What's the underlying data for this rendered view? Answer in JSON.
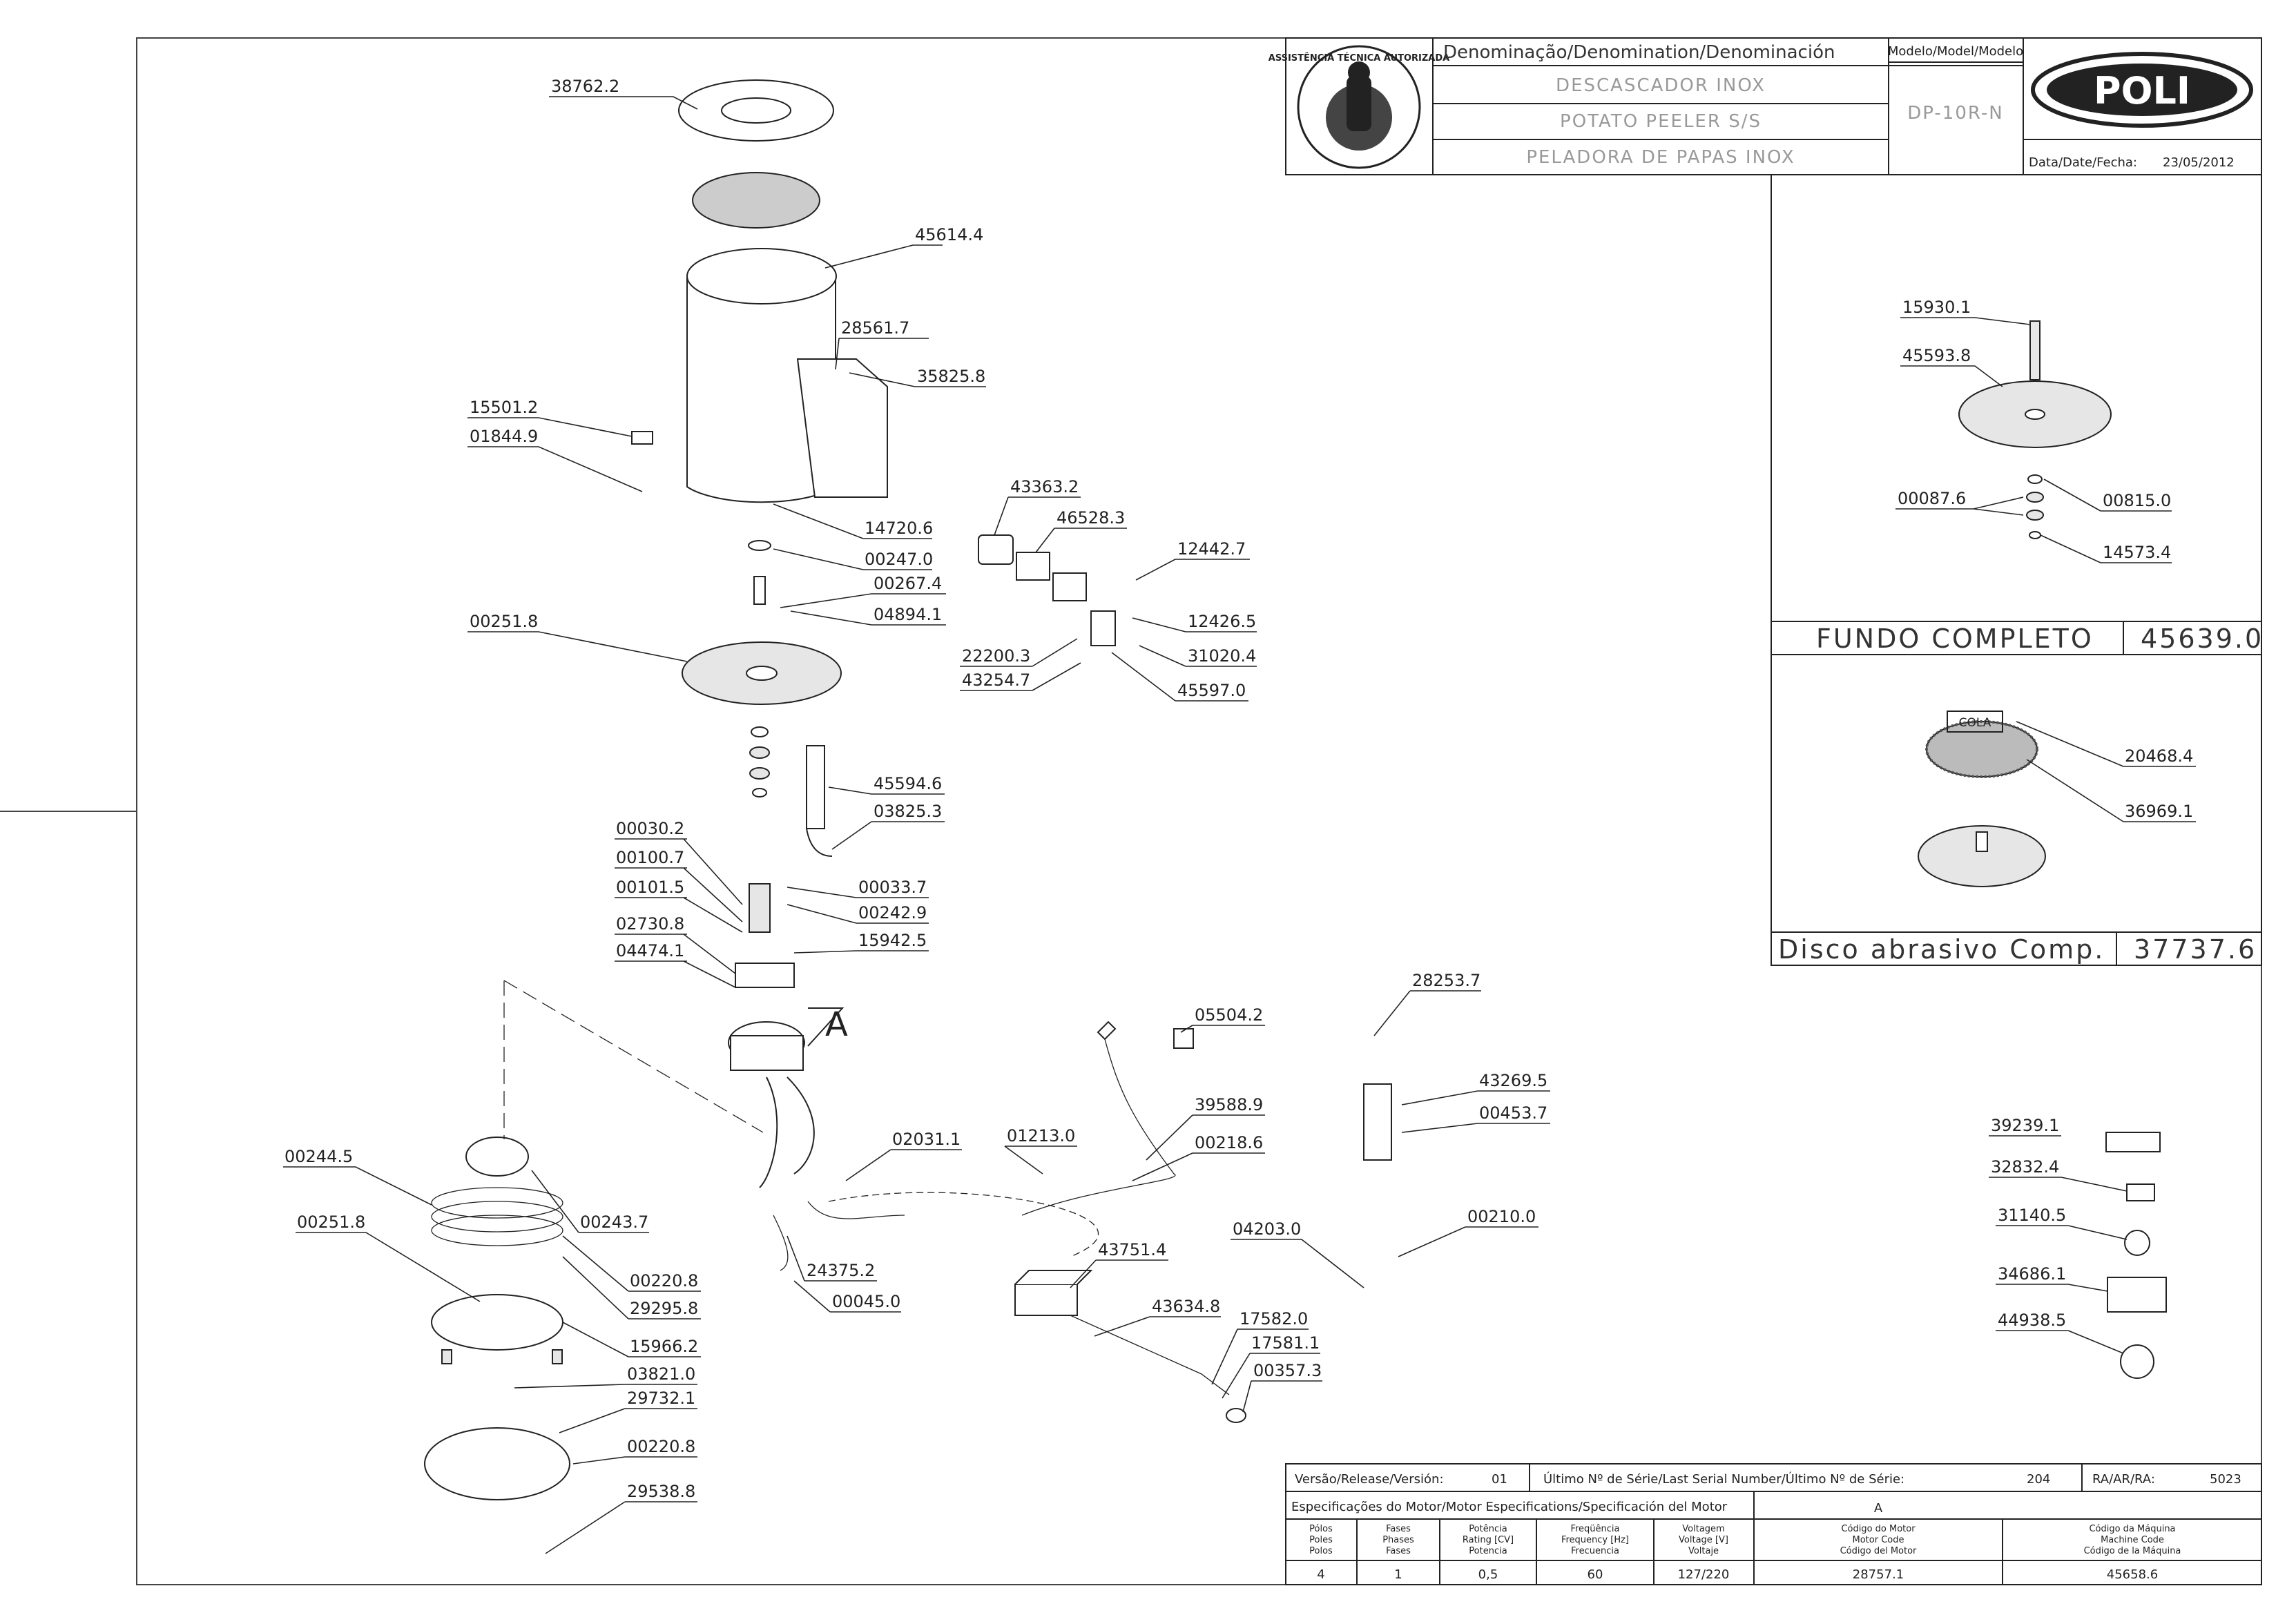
{
  "title_block": {
    "denomination_header": "Denominação/Denomination/Denominación",
    "name_pt": "DESCASCADOR INOX",
    "name_en": "POTATO PEELER S/S",
    "name_es": "PELADORA DE PAPAS INOX",
    "model_header": "Modelo/Model/Modelo",
    "model": "DP-10R-N",
    "brand": "POLI",
    "date_label": "Data/Date/Fecha:",
    "date": "23/05/2012",
    "seal_text": "ASSISTÊNCIA TÉCNICA AUTORIZADA"
  },
  "subassemblies": {
    "fundo_label": "FUNDO COMPLETO",
    "fundo_code": "45639.0",
    "disco_label": "Disco abrasivo Comp.",
    "disco_code": "37737.6",
    "cola_label": "COLA"
  },
  "detail_marker": "A",
  "parts": [
    "38762.2",
    "45614.4",
    "28561.7",
    "35825.8",
    "15501.2",
    "01844.9",
    "14720.6",
    "00247.0",
    "00267.4",
    "04894.1",
    "00251.8",
    "45594.6",
    "03825.3",
    "00030.2",
    "00100.7",
    "00101.5",
    "00033.7",
    "00242.9",
    "02730.8",
    "15942.5",
    "04474.1",
    "43363.2",
    "46528.3",
    "12442.7",
    "12426.5",
    "22200.3",
    "31020.4",
    "43254.7",
    "45597.0",
    "05504.2",
    "39588.9",
    "00218.6",
    "01213.0",
    "02031.1",
    "00244.5",
    "00243.7",
    "00251.8",
    "00220.8",
    "29295.8",
    "15966.2",
    "03821.0",
    "29732.1",
    "00220.8",
    "29538.8",
    "24375.2",
    "00045.0",
    "43751.4",
    "43634.8",
    "17582.0",
    "17581.1",
    "00357.3",
    "28253.7",
    "43269.5",
    "00453.7",
    "04203.0",
    "00210.0",
    "15930.1",
    "45593.8",
    "00087.6",
    "00815.0",
    "14573.4",
    "20468.4",
    "36969.1",
    "39239.1",
    "32832.4",
    "31140.5",
    "34686.1",
    "44938.5"
  ],
  "bottom_block": {
    "version_label": "Versão/Release/Versión:",
    "version": "01",
    "serial_label": "Último Nº de Série/Last Serial Number/Último Nº de Série:",
    "serial": "204",
    "ra_label": "RA/AR/RA:",
    "ra": "5023",
    "motor_spec_label": "Especificações do Motor/Motor Especifications/Specificación del Motor",
    "col_a": "A",
    "headers": [
      [
        "Pólos",
        "Poles",
        "Polos"
      ],
      [
        "Fases",
        "Phases",
        "Fases"
      ],
      [
        "Potência",
        "Rating [CV]",
        "Potencia"
      ],
      [
        "Freqüência",
        "Frequency [Hz]",
        "Frecuencia"
      ],
      [
        "Voltagem",
        "Voltage [V]",
        "Voltaje"
      ],
      [
        "Código do Motor",
        "Motor Code",
        "Código del Motor"
      ],
      [
        "Código da Máquina",
        "Machine Code",
        "Código de la Máquina"
      ]
    ],
    "values": [
      "4",
      "1",
      "0,5",
      "60",
      "127/220",
      "28757.1",
      "45658.6"
    ]
  }
}
